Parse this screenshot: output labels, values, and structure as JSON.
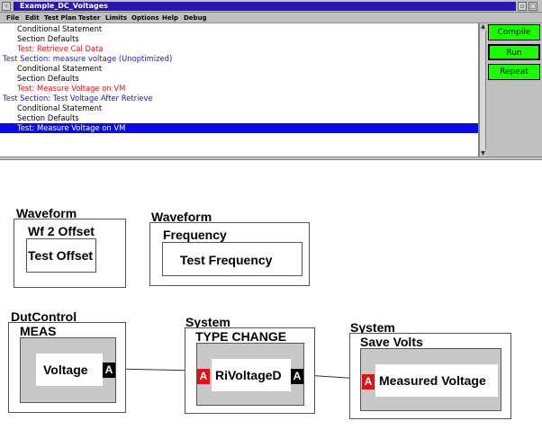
{
  "window": {
    "title": "Example_DC_Voltages",
    "sys_icon": "▿",
    "buttons": [
      "minimize",
      "maximize",
      "close"
    ]
  },
  "menu": {
    "items": [
      "File",
      "Edit",
      "Test Plan",
      "Tester",
      "Limits",
      "Options",
      "Help",
      "Debug"
    ]
  },
  "testlist": {
    "rows": [
      {
        "text": "Conditional Statement",
        "indent": 1,
        "color": "#000000",
        "selected": false
      },
      {
        "text": "Section Defaults",
        "indent": 1,
        "color": "#000000",
        "selected": false
      },
      {
        "text": "Test: Retrieve Cal Data",
        "indent": 1,
        "color": "#e0101a",
        "selected": false
      },
      {
        "text": "Test Section: measure voltage (Unoptimized)",
        "indent": 0,
        "color": "#1414d2",
        "selected": false
      },
      {
        "text": "Conditional Statement",
        "indent": 1,
        "color": "#000000",
        "selected": false
      },
      {
        "text": "Section Defaults",
        "indent": 1,
        "color": "#000000",
        "selected": false
      },
      {
        "text": "Test: Measure Voltage on VM",
        "indent": 1,
        "color": "#e0101a",
        "selected": false
      },
      {
        "text": "Test Section: Test Voltage After Retrieve",
        "indent": 0,
        "color": "#1414d2",
        "selected": false
      },
      {
        "text": "Conditional Statement",
        "indent": 1,
        "color": "#000000",
        "selected": false
      },
      {
        "text": "Section Defaults",
        "indent": 1,
        "color": "#000000",
        "selected": false
      },
      {
        "text": "Test: Measure Voltage on VM",
        "indent": 1,
        "color": "#ffffff",
        "selected": true
      }
    ]
  },
  "side_buttons": {
    "compile": "Compile",
    "run": "Run",
    "repeat": "Repeat",
    "color": "#19ff00"
  },
  "diagram": {
    "waveform1": {
      "type_label": "Waveform",
      "group_label": "Wf 2 Offset",
      "block_label": "Test Offset"
    },
    "waveform2": {
      "type_label": "Waveform",
      "group_label": "Frequency",
      "block_label": "Test Frequency"
    },
    "dutcontrol": {
      "type_label": "DutControl",
      "group_label": "MEAS",
      "block_label": "Voltage",
      "out_port": "A"
    },
    "system1": {
      "type_label": "System",
      "group_label": "TYPE CHANGE",
      "block_label": "RiVoltageD",
      "in_port": "A",
      "out_port": "A"
    },
    "system2": {
      "type_label": "System",
      "group_label": "Save Volts",
      "block_label": "Measured Voltage",
      "in_port": "A"
    }
  }
}
